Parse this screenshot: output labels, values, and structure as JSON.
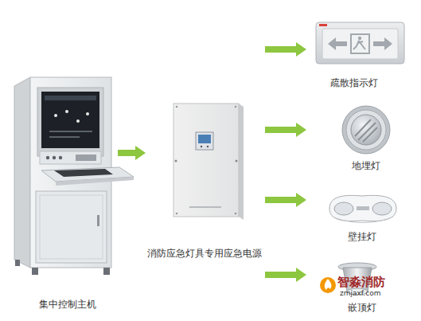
{
  "diagram": {
    "nodes": [
      {
        "text": [
          "集中控制主机"
        ]
      },
      {
        "text": [
          "消防应急灯具专用应急电源"
        ]
      },
      {
        "text": [
          "疏散指示灯"
        ]
      },
      {
        "text": [
          "地埋灯"
        ]
      },
      {
        "text": [
          "壁挂灯"
        ]
      },
      {
        "text": [
          "嵌顶灯"
        ]
      }
    ],
    "edges": [
      {
        "from": 0,
        "to": 1,
        "arrow": "to"
      },
      {
        "from": 1,
        "to": 2,
        "arrow": "to"
      },
      {
        "from": 1,
        "to": 3,
        "arrow": "to"
      },
      {
        "from": 1,
        "to": 4,
        "arrow": "to"
      },
      {
        "from": 1,
        "to": 5,
        "arrow": "to"
      }
    ],
    "labels": [
      "智淼消防",
      "zmjaxf.com"
    ]
  }
}
